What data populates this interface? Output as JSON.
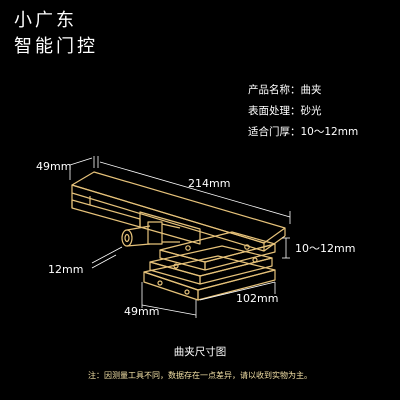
{
  "brand": {
    "line1": "小广东",
    "line2": "智能门控"
  },
  "specs": [
    {
      "label": "产品名称：",
      "value": "曲夹"
    },
    {
      "label": "表面处理：",
      "value": "砂光"
    },
    {
      "label": "适合门厚：",
      "value": "10～12mm"
    }
  ],
  "dimensions": {
    "top_width": "49mm",
    "length": "214mm",
    "thickness": "10～12mm",
    "pin": "12mm",
    "bottom_width": "49mm",
    "bottom_length": "102mm"
  },
  "caption": "曲夹尺寸图",
  "footnote": "注：因测量工具不同，数据存在一点差异，请以收到实物为主。",
  "colors": {
    "outline": "#e6c27a",
    "background": "#000000",
    "text": "#ffffff"
  }
}
